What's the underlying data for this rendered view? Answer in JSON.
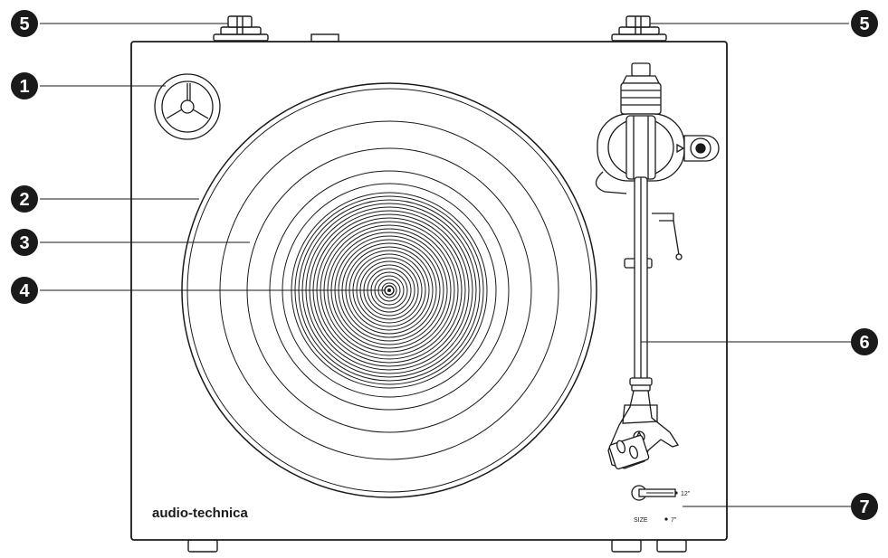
{
  "brand": "audio-technica",
  "size_selector": {
    "label": "SIZE",
    "option_12": "12\"",
    "option_7": "7\""
  },
  "callouts": [
    {
      "id": "callout-1",
      "number": "1"
    },
    {
      "id": "callout-2",
      "number": "2"
    },
    {
      "id": "callout-3",
      "number": "3"
    },
    {
      "id": "callout-4",
      "number": "4"
    },
    {
      "id": "callout-5a",
      "number": "5"
    },
    {
      "id": "callout-5b",
      "number": "5"
    },
    {
      "id": "callout-6",
      "number": "6"
    },
    {
      "id": "callout-7",
      "number": "7"
    }
  ],
  "colors": {
    "line": "#1a1a1a",
    "callout_fill": "#1a1a1a",
    "background": "#ffffff"
  }
}
